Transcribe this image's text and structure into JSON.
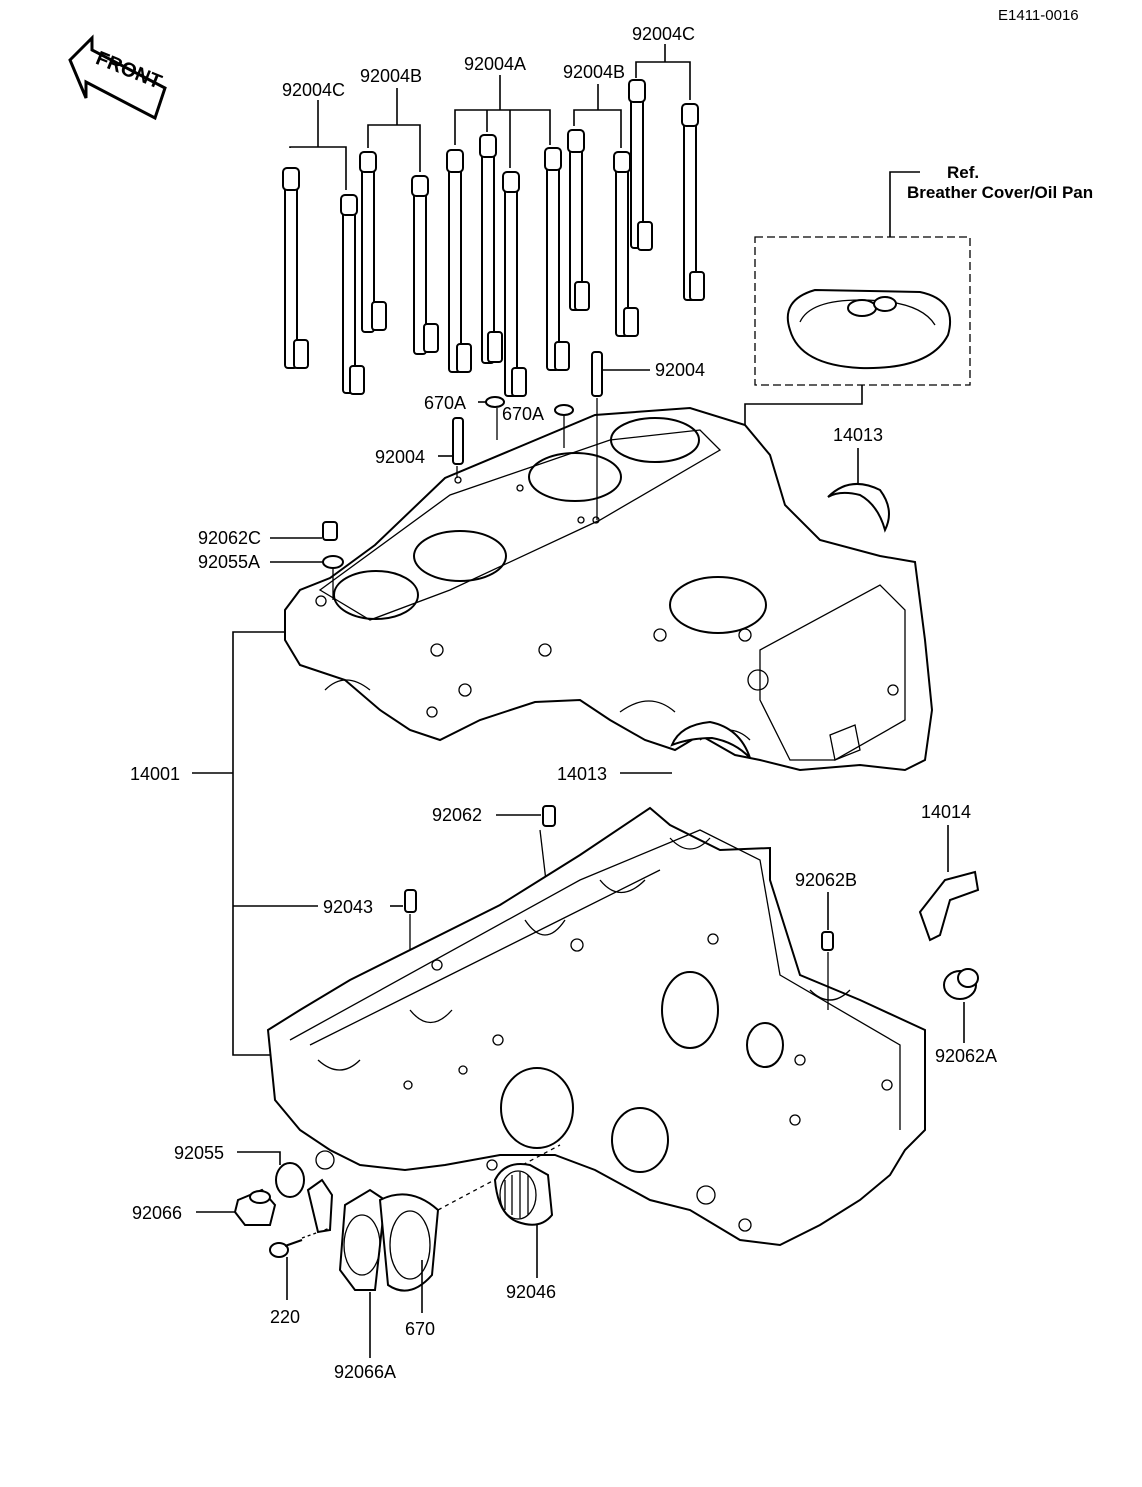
{
  "diagram_code": "E1411-0016",
  "front_label": "FRONT",
  "ref_title": "Ref.",
  "ref_subtitle": "Breather Cover/Oil Pan",
  "labels": {
    "stud_c_left": "92004C",
    "stud_b_left": "92004B",
    "stud_a": "92004A",
    "stud_b_right": "92004B",
    "stud_c_right": "92004C",
    "stud_short_right": "92004",
    "stud_short_left": "92004",
    "oring_left": "670A",
    "oring_right": "670A",
    "shell_upper": "14013",
    "shell_lower": "14013",
    "plug_c": "92062C",
    "washer_a": "92055A",
    "crankcase": "14001",
    "plug_mid": "92062",
    "dowel": "92043",
    "bracket": "14014",
    "plug_b": "92062B",
    "plug_a": "92062A",
    "washer": "92055",
    "drain_bolt": "92066",
    "screw": "220",
    "oil_seal_housing": "92066A",
    "oring_670": "670",
    "bearing": "92046"
  }
}
